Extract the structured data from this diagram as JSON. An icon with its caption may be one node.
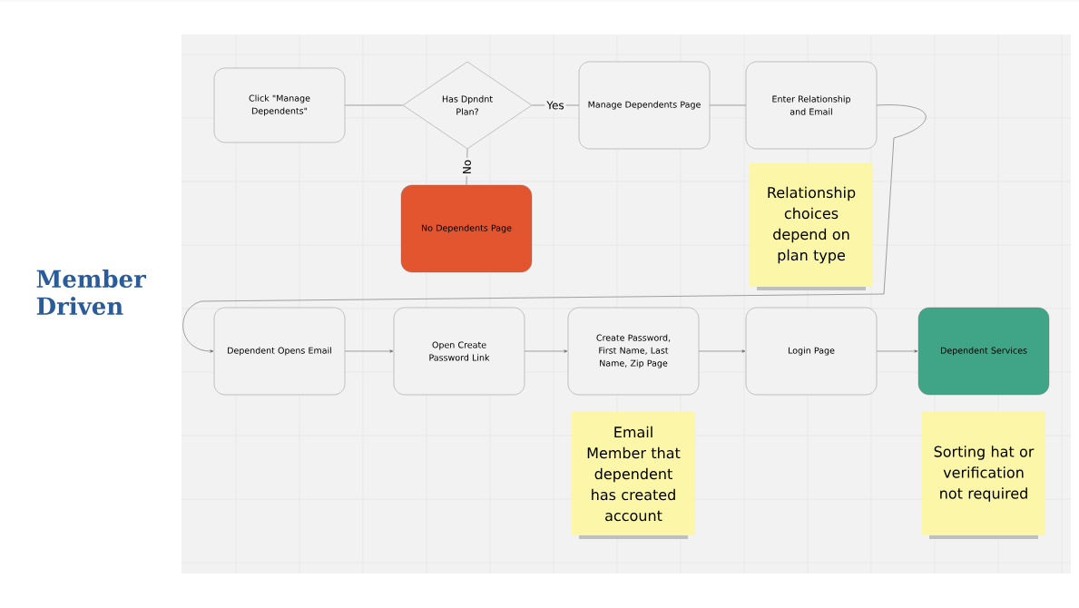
{
  "diagram": {
    "title": "Member Driven",
    "nodes": [
      {
        "text": [
          "Click \"Manage Dependents\""
        ]
      },
      {
        "text": [
          "Has Dpndnt Plan?"
        ]
      },
      {
        "text": [
          "Manage Dependents Page"
        ]
      },
      {
        "text": [
          "Enter Relationship and Email"
        ]
      },
      {
        "text": [
          "No Dependents Page"
        ]
      },
      {
        "text": [
          "Relationship choices depend on plan type"
        ]
      },
      {
        "text": [
          "Dependent Opens Email"
        ]
      },
      {
        "text": [
          "Open Create Password Link"
        ]
      },
      {
        "text": [
          "Create Password, First Name, Last Name, Zip Page"
        ]
      },
      {
        "text": [
          "Login Page"
        ]
      },
      {
        "text": [
          "Dependent Services"
        ]
      },
      {
        "text": [
          "Email Member that dependent has created account"
        ]
      },
      {
        "text": [
          "Sorting hat or verification not required"
        ]
      }
    ],
    "edges": [
      {
        "from": 0,
        "to": 1,
        "arrow": "none"
      },
      {
        "from": 1,
        "to": 2,
        "arrow": "none",
        "label": "Yes"
      },
      {
        "from": 2,
        "to": 3,
        "arrow": "none"
      },
      {
        "from": 1,
        "to": 4,
        "arrow": "none",
        "label": "No"
      },
      {
        "from": 3,
        "to": 6,
        "arrow": "to"
      },
      {
        "from": 6,
        "to": 7,
        "arrow": "to"
      },
      {
        "from": 7,
        "to": 8,
        "arrow": "to"
      },
      {
        "from": 8,
        "to": 9,
        "arrow": "to"
      },
      {
        "from": 9,
        "to": 10,
        "arrow": "to"
      }
    ]
  }
}
